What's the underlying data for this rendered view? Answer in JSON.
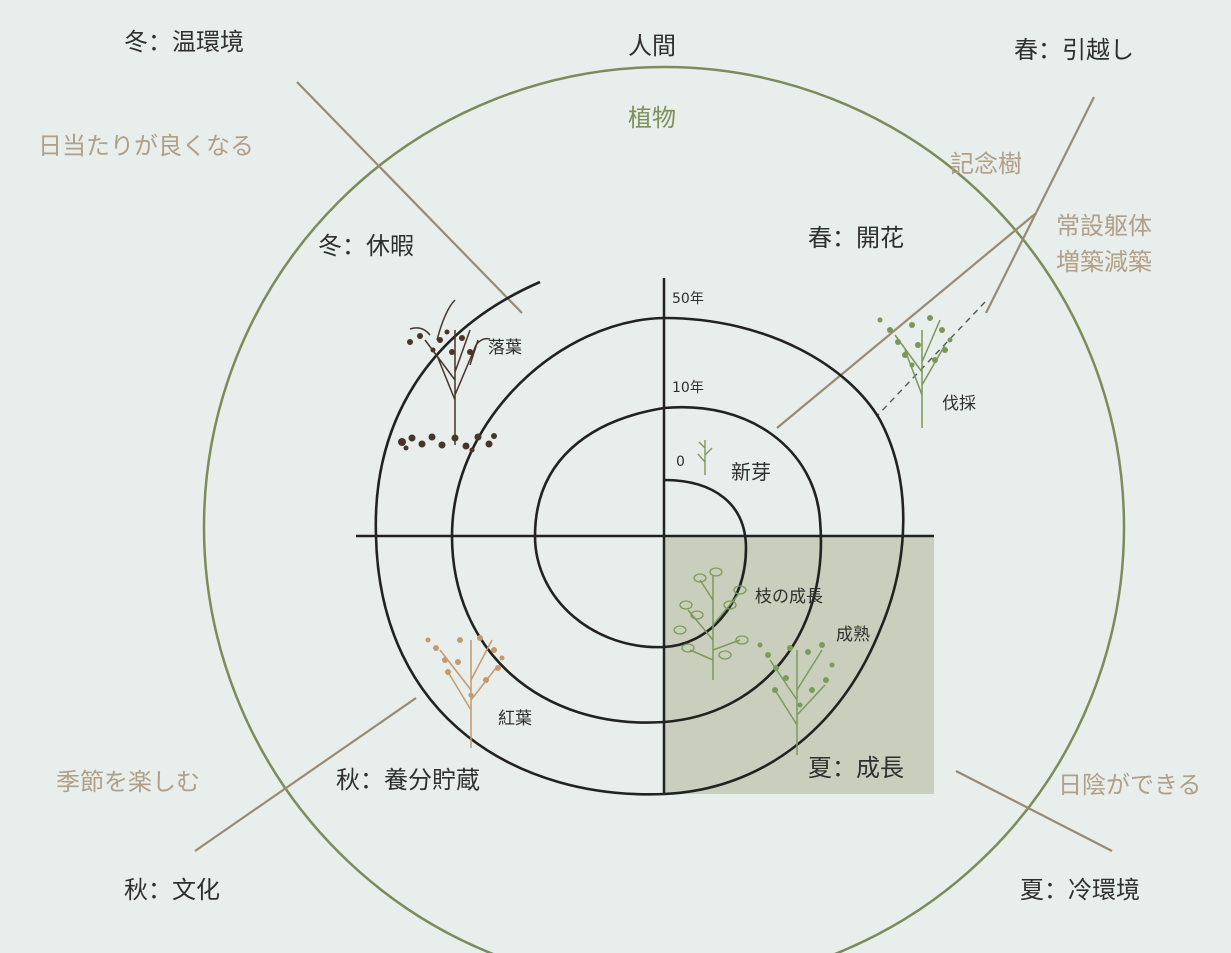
{
  "labels": {
    "human": "人間",
    "plant": "植物",
    "winter_env": "冬：温環境",
    "spring_move": "春：引越し",
    "autumn_culture": "秋：文化",
    "summer_env": "夏：冷環境",
    "sunny": "日当たりが良くなる",
    "memorial_tree": "記念樹",
    "permanent_frame": "常設躯体",
    "extension": "増築減築",
    "enjoy_seasons": "季節を楽しむ",
    "shade": "日陰ができる",
    "winter_dormancy": "冬：休暇",
    "spring_bloom": "春：開花",
    "autumn_storage": "秋：養分貯蔵",
    "summer_growth": "夏：成長",
    "leaf_fall": "落葉",
    "felling": "伐採",
    "sprout": "新芽",
    "branch_growth": "枝の成長",
    "maturity": "成熟",
    "autumn_leaves": "紅葉",
    "year_50": "50年",
    "year_10": "10年",
    "year_0": "0"
  },
  "colors": {
    "background": "#e7eeeb",
    "outer_circle": "#7a8c5a",
    "spiral": "#222222",
    "summer_quadrant": "#c9cfbc",
    "connector": "#9a8a72",
    "winter_plant": "#4a3428",
    "spring_plant": "#7c9659",
    "summer_plant": "#7c9a5c",
    "autumn_plant": "#c49a6c"
  },
  "icons": [
    "winter-tree-icon",
    "spring-tree-icon",
    "sprout-icon",
    "summer-small-tree-icon",
    "summer-large-tree-icon",
    "autumn-tree-icon"
  ]
}
